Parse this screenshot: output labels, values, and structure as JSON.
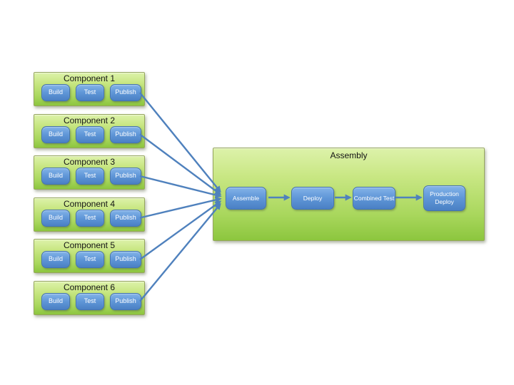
{
  "diagram": {
    "components": [
      {
        "title": "Component 1",
        "steps": [
          "Build",
          "Test",
          "Publish"
        ]
      },
      {
        "title": "Component 2",
        "steps": [
          "Build",
          "Test",
          "Publish"
        ]
      },
      {
        "title": "Component 3",
        "steps": [
          "Build",
          "Test",
          "Publish"
        ]
      },
      {
        "title": "Component 4",
        "steps": [
          "Build",
          "Test",
          "Publish"
        ]
      },
      {
        "title": "Component 5",
        "steps": [
          "Build",
          "Test",
          "Publish"
        ]
      },
      {
        "title": "Component 6",
        "steps": [
          "Build",
          "Test",
          "Publish"
        ]
      }
    ],
    "assembly": {
      "title": "Assembly",
      "steps": [
        "Assemble",
        "Deploy",
        "Combined Test",
        "Production Deploy"
      ]
    },
    "colors": {
      "box_green_top": "#ddf2aa",
      "box_green_bottom": "#8cc63e",
      "node_blue_top": "#83b3e8",
      "node_blue_bottom": "#4a80c4",
      "connector_blue": "#4f81bd",
      "title_text": "#141414",
      "node_text": "#ffffff"
    }
  }
}
